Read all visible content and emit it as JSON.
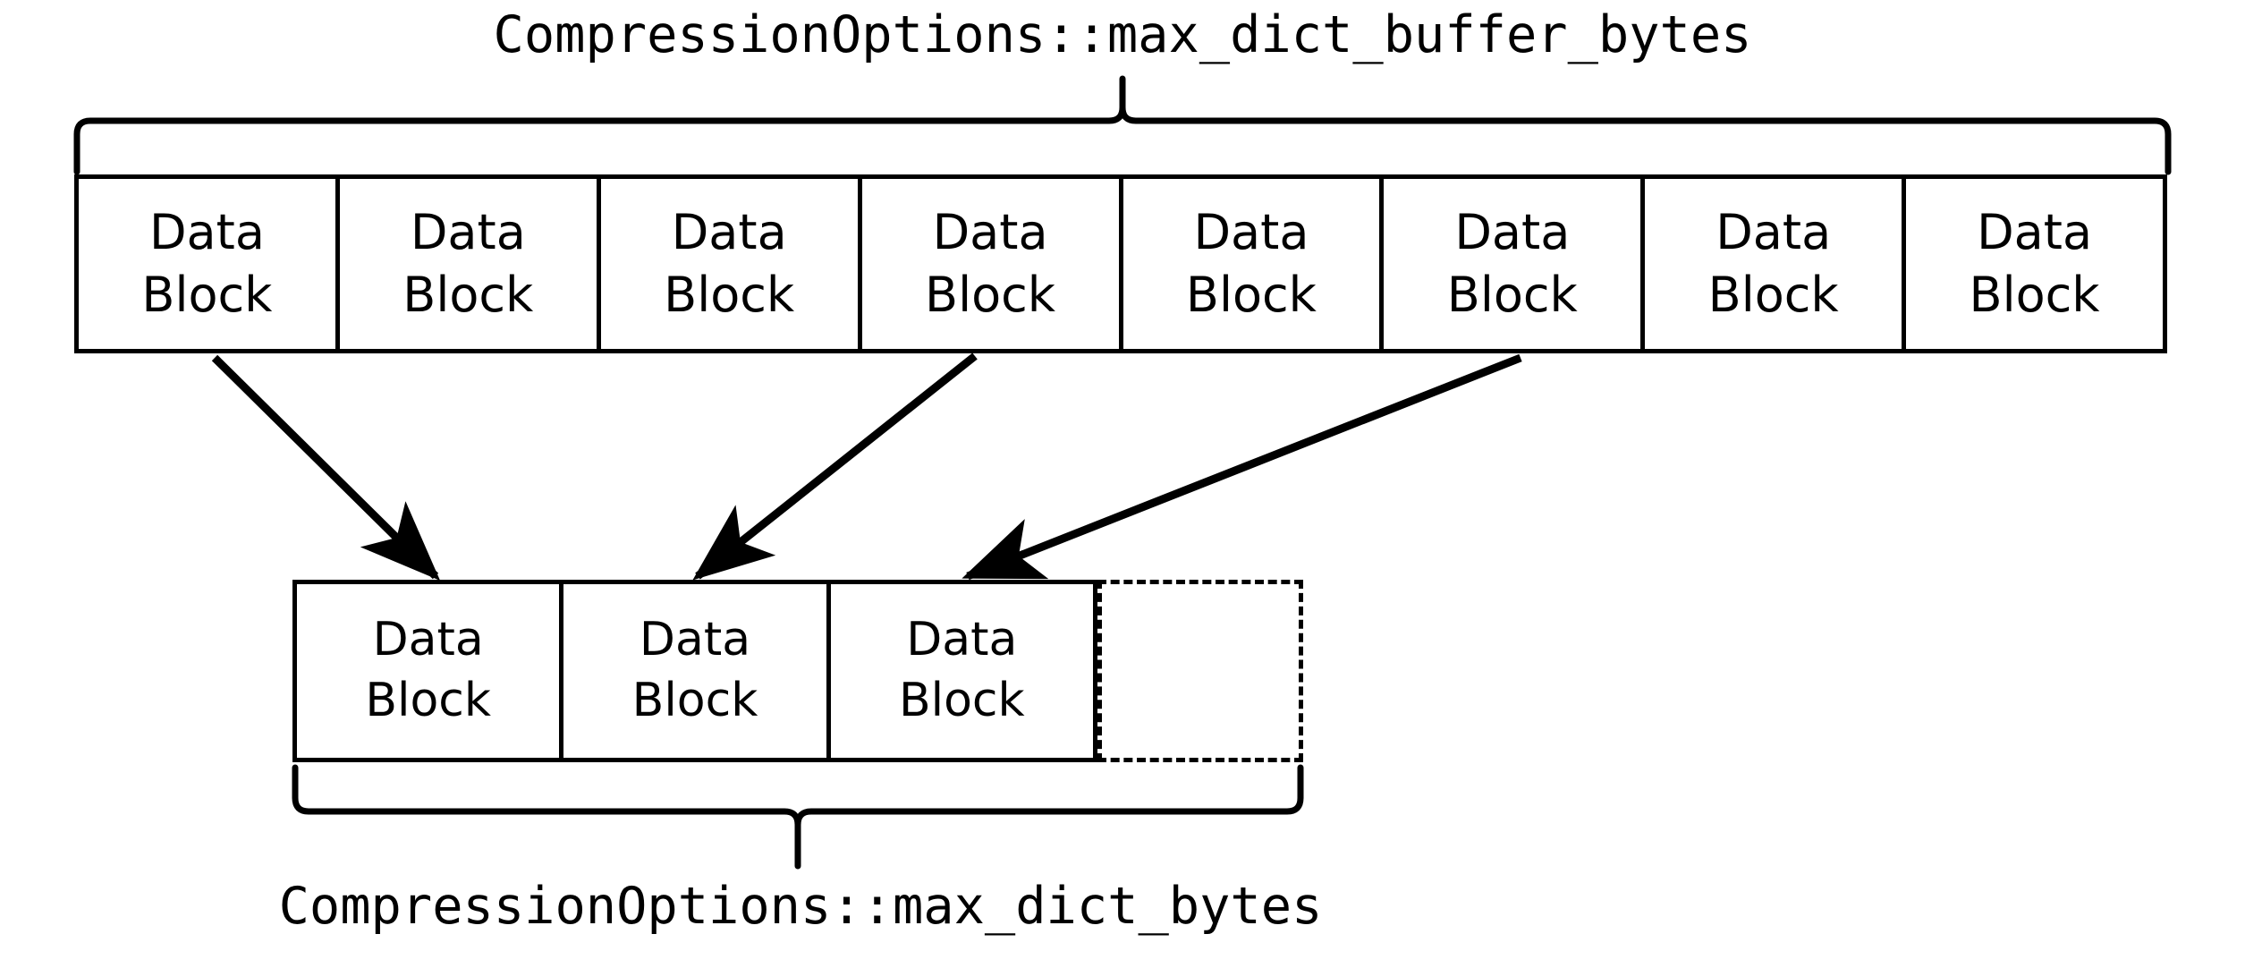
{
  "diagram": {
    "title_top": "CompressionOptions::max_dict_buffer_bytes",
    "title_bottom": "CompressionOptions::max_dict_bytes",
    "block_label_line1": "Data",
    "block_label_line2": "Block",
    "buffer_row": {
      "count": 8,
      "blocks": [
        {
          "line1": "Data",
          "line2": "Block"
        },
        {
          "line1": "Data",
          "line2": "Block"
        },
        {
          "line1": "Data",
          "line2": "Block"
        },
        {
          "line1": "Data",
          "line2": "Block"
        },
        {
          "line1": "Data",
          "line2": "Block"
        },
        {
          "line1": "Data",
          "line2": "Block"
        },
        {
          "line1": "Data",
          "line2": "Block"
        },
        {
          "line1": "Data",
          "line2": "Block"
        }
      ]
    },
    "dict_row": {
      "count": 3,
      "blocks": [
        {
          "line1": "Data",
          "line2": "Block"
        },
        {
          "line1": "Data",
          "line2": "Block"
        },
        {
          "line1": "Data",
          "line2": "Block"
        }
      ],
      "empty_slot_style": "dashed"
    },
    "arrows": [
      {
        "from_block_index": 0,
        "to_block_index": 0
      },
      {
        "from_block_index": 3,
        "to_block_index": 1
      },
      {
        "from_block_index": 5,
        "to_block_index": 2
      }
    ],
    "colors": {
      "stroke": "#000000",
      "background": "#ffffff",
      "text": "#000000"
    }
  }
}
